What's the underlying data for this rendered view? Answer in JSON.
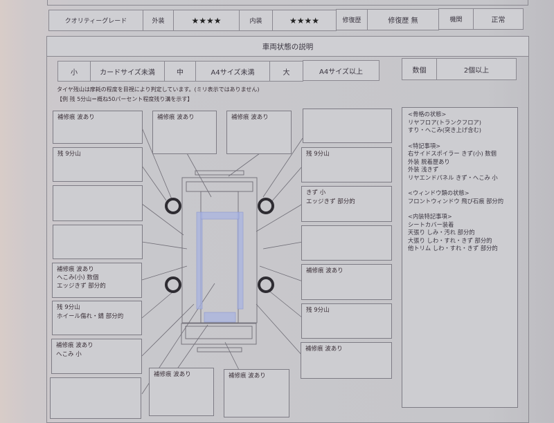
{
  "grade_row": {
    "quality_label": "クオリティーグレード",
    "exterior_label": "外装",
    "exterior_rating": "★★★★",
    "interior_label": "内装",
    "interior_rating": "★★★★",
    "repair_history_label": "修復歴",
    "repair_history_value": "修復歴 無",
    "engine_label": "機関",
    "engine_value": "正常"
  },
  "section_title": "車両状態の説明",
  "size_legend": {
    "small_label": "小",
    "small_desc": "カードサイズ未満",
    "medium_label": "中",
    "medium_desc": "A4サイズ未満",
    "large_label": "大",
    "large_desc": "A4サイズ以上",
    "count_label": "数個",
    "count_desc": "2個以上"
  },
  "tire_notes": [
    "タイヤ残山は摩耗の程度を目視により判定しています。(ミリ表示ではありません)",
    "【例 残 5分山＝概ね50パーセント程度残り溝を示す】"
  ],
  "boxes": {
    "left_1": [
      "補修痕 波あり"
    ],
    "left_2": [
      "残 9分山"
    ],
    "left_3": [],
    "left_4": [],
    "left_5": [
      "補修痕 波あり",
      "へこみ(小) 数個",
      "エッジきず 部分的"
    ],
    "left_6": [
      "残 9分山",
      "ホイール傷れ・錆 部分的"
    ],
    "left_7": [
      "補修痕 波あり",
      "へこみ 小"
    ],
    "left_8": [],
    "top_1": [
      "補修痕 波あり"
    ],
    "top_2": [
      "補修痕 波あり"
    ],
    "right_1": [],
    "right_2": [
      "残 9分山"
    ],
    "right_3": [
      "きず 小",
      "エッジきず 部分的"
    ],
    "right_4": [],
    "right_5": [
      "補修痕 波あり"
    ],
    "right_6": [
      "残 9分山"
    ],
    "right_7": [
      "補修痕 波あり"
    ],
    "bottom_1": [
      "補修痕 波あり"
    ],
    "bottom_2": [
      "補修痕 波あり"
    ]
  },
  "notes": {
    "g1_title": "<骨格の状態>",
    "g1": [
      "リヤフロア(トランクフロア)",
      "すり・へこみ(突き上げ含む)"
    ],
    "g2_title": "<特記事項>",
    "g2": [
      "右サイドスポイラー きず(小) 数個",
      "外装 脱着歴あり",
      "外装 浅きず",
      "リヤエンドパネル きず・へこみ 小"
    ],
    "g3_title": "<ウィンドウ類の状態>",
    "g3": [
      "フロントウィンドウ 飛び石痕 部分的"
    ],
    "g4_title": "<内装特記事項>",
    "g4": [
      "シートカバー装着",
      "天張り しみ・汚れ 部分的",
      "大張り しわ・すれ・きず 部分的",
      "他トリム しわ・すれ・きず 部分的"
    ]
  }
}
